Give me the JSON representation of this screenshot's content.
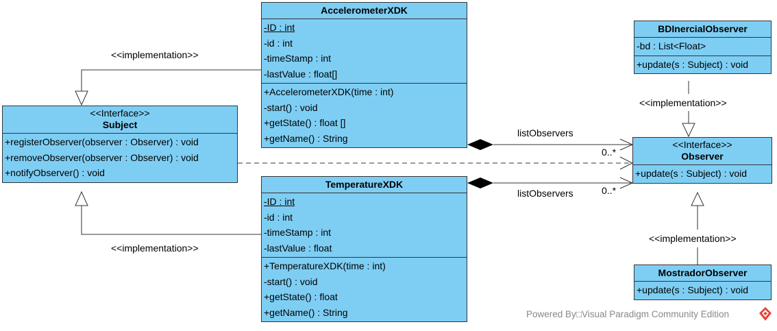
{
  "classes": {
    "accelerometer": {
      "name": "AccelerometerXDK",
      "attributes": [
        "-ID : int",
        "-id : int",
        "-timeStamp : int",
        "-lastValue : float[]"
      ],
      "operations": [
        "+AccelerometerXDK(time : int)",
        "-start() : void",
        "+getState() : float []",
        "+getName() : String"
      ]
    },
    "temperature": {
      "name": "TemperatureXDK",
      "attributes": [
        "-ID : int",
        "-id : int",
        "-timeStamp : int",
        "-lastValue : float"
      ],
      "operations": [
        "+TemperatureXDK(time : int)",
        "-start() : void",
        "+getState() : float",
        "+getName() : String"
      ]
    },
    "subject": {
      "stereotype": "<<Interface>>",
      "name": "Subject",
      "operations": [
        "+registerObserver(observer : Observer) : void",
        "+removeObserver(observer : Observer) : void",
        "+notifyObserver() : void"
      ]
    },
    "bdinercial": {
      "name": "BDInercialObserver",
      "attributes": [
        "-bd : List<Float>"
      ],
      "operations": [
        "+update(s : Subject) : void"
      ]
    },
    "observer": {
      "stereotype": "<<Interface>>",
      "name": "Observer",
      "operations": [
        "+update(s : Subject) : void"
      ]
    },
    "mostrador": {
      "name": "MostradorObserver",
      "operations": [
        "+update(s : Subject) : void"
      ]
    }
  },
  "labels": {
    "impl_top_left": "<<implementation>>",
    "impl_bottom_left": "<<implementation>>",
    "impl_top_right": "<<implementation>>",
    "impl_bottom_right": "<<implementation>>",
    "list_observers_top": "listObservers",
    "list_observers_bottom": "listObservers",
    "mult_top": "0..*",
    "mult_bottom": "0..*"
  },
  "footer": "Powered By□Visual Paradigm Community Edition"
}
